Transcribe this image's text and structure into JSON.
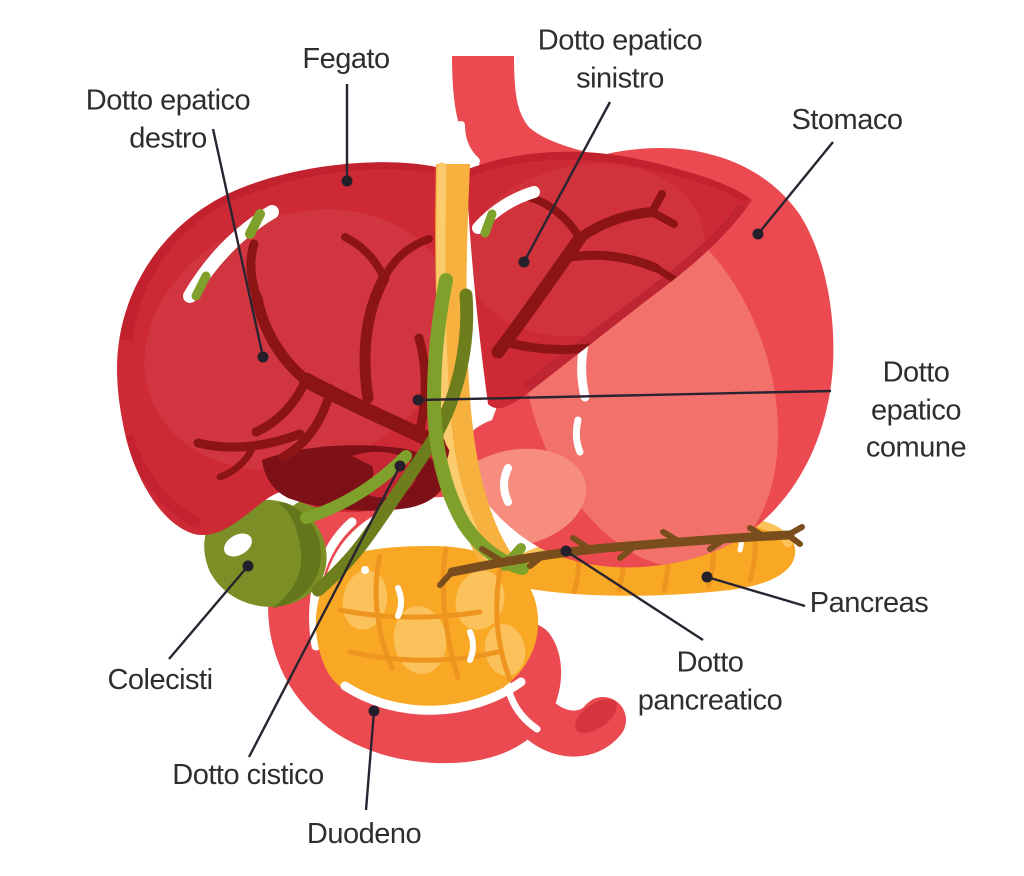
{
  "diagram": {
    "background": "#ffffff",
    "language": "it"
  },
  "labels": {
    "fegato": {
      "text": "Fegato"
    },
    "dotto_epatico_destro": {
      "text": "Dotto epatico\ndestro"
    },
    "dotto_epatico_sinistro": {
      "text": "Dotto epatico\nsinistro"
    },
    "stomaco": {
      "text": "Stomaco"
    },
    "dotto_epatico_comune": {
      "text": "Dotto epatico\ncomune"
    },
    "pancreas": {
      "text": "Pancreas"
    },
    "dotto_pancreatico": {
      "text": "Dotto\npancreatico"
    },
    "colecisti": {
      "text": "Colecisti"
    },
    "dotto_cistico": {
      "text": "Dotto cistico"
    },
    "duodeno": {
      "text": "Duodeno"
    }
  },
  "colors": {
    "label_text": "#2e2e2e",
    "leader_line": "#2a2430",
    "leader_dot": "#241f2b",
    "liver": "#cd2a35",
    "liver_rim": "#c1202d",
    "liver_vessels": "#8d1414",
    "liver_fold": "#7e1018",
    "stomach": "#ea4a50",
    "stomach_inner": "#f2716a",
    "stomach_antrum": "#f68d7e",
    "duodenum": "#ea4a50",
    "duodenum_cut": "#d6353f",
    "pancreas": "#f9a826",
    "pancreas_lobule": "#fbc664",
    "pancreas_line": "#ee951f",
    "bile_duct": "#7fa12b",
    "bile_duct_shadow": "#6e7e1c",
    "gallbladder": "#7c8f27",
    "gallbladder_shade": "#64761b",
    "duct_band": "#f6b13e",
    "duct_band_light": "#fbcb6d",
    "pancreatic_duct": "#7a4e1c"
  }
}
